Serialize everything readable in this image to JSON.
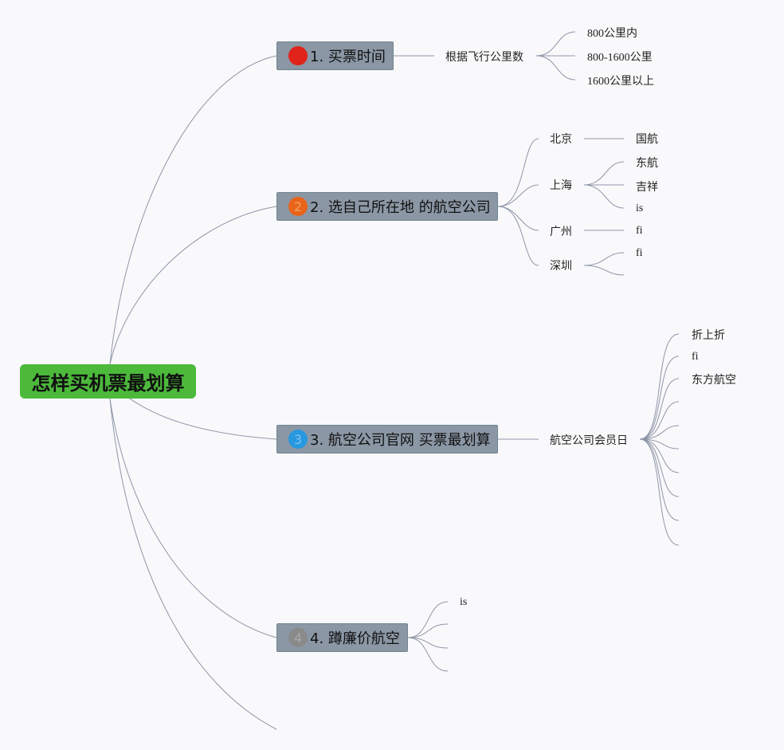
{
  "root": {
    "title": "怎样买机票最划算"
  },
  "branches": [
    {
      "num": "1",
      "badge_color": "#e0241b",
      "title": "1. 买票时间",
      "child": "根据飞行公里数",
      "leaves": [
        "800公里内",
        "800-1600公里",
        "1600公里以上"
      ]
    },
    {
      "num": "2",
      "badge_color": "#e8641a",
      "title": "2. 选自己所在地 的航空公司",
      "cities": [
        {
          "name": "北京",
          "airlines": [
            "国航"
          ]
        },
        {
          "name": "上海",
          "airlines": [
            "东航",
            "吉祥",
            "is"
          ]
        },
        {
          "name": "广州",
          "airlines": [
            "fi"
          ]
        },
        {
          "name": "深圳",
          "airlines": [
            "fi",
            ""
          ]
        }
      ]
    },
    {
      "num": "3",
      "badge_color": "#2898e0",
      "title": "3. 航空公司官网 买票最划算",
      "child": "航空公司会员日",
      "leaves": [
        "折上折",
        "fi",
        "东方航空",
        "",
        "",
        "",
        "",
        "",
        "",
        ""
      ]
    },
    {
      "num": "4",
      "badge_color": "#8a8a8a",
      "title": "4. 蹲廉价航空",
      "leaves": [
        "is",
        "",
        "",
        ""
      ]
    }
  ]
}
